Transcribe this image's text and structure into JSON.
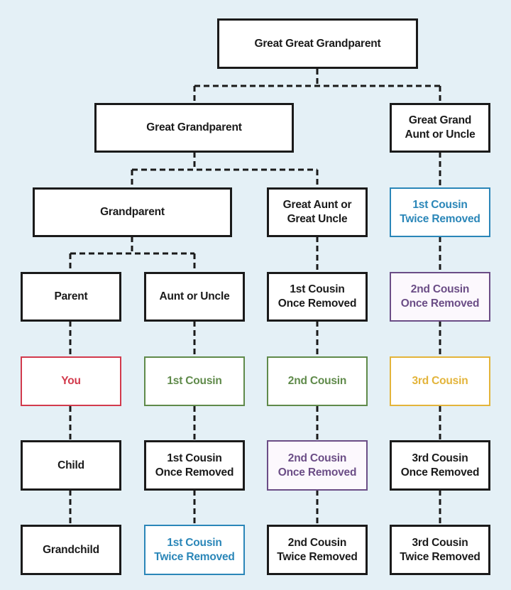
{
  "title": "Family relationship chart",
  "colors": {
    "background": "#e4f0f6",
    "black": "#1a1a1a",
    "you": "#d23a4c",
    "first_cousin": "#5f8a4a",
    "twice_removed": "#2a86b8",
    "once_removed_2nd": "#6b4d86",
    "third_cousin": "#e3b43a"
  },
  "nodes": {
    "great_great_grandparent": "Great Great Grandparent",
    "great_grandparent": "Great Grandparent",
    "great_grand_aunt_uncle": "Great Grand\nAunt or Uncle",
    "grandparent": "Grandparent",
    "great_aunt_uncle": "Great Aunt or\nGreat Uncle",
    "first_cousin_twice_removed_top": "1st Cousin\nTwice Removed",
    "parent": "Parent",
    "aunt_uncle": "Aunt or Uncle",
    "first_cousin_once_removed_top": "1st Cousin\nOnce Removed",
    "second_cousin_once_removed_top": "2nd Cousin\nOnce Removed",
    "you": "You",
    "first_cousin": "1st Cousin",
    "second_cousin": "2nd Cousin",
    "third_cousin": "3rd Cousin",
    "child": "Child",
    "first_cousin_once_removed_bottom": "1st Cousin\nOnce Removed",
    "second_cousin_once_removed_bottom": "2nd Cousin\nOnce Removed",
    "third_cousin_once_removed": "3rd Cousin\nOnce Removed",
    "grandchild": "Grandchild",
    "first_cousin_twice_removed_bottom": "1st Cousin\nTwice Removed",
    "second_cousin_twice_removed": "2nd Cousin\nTwice Removed",
    "third_cousin_twice_removed": "3rd Cousin\nTwice Removed"
  }
}
